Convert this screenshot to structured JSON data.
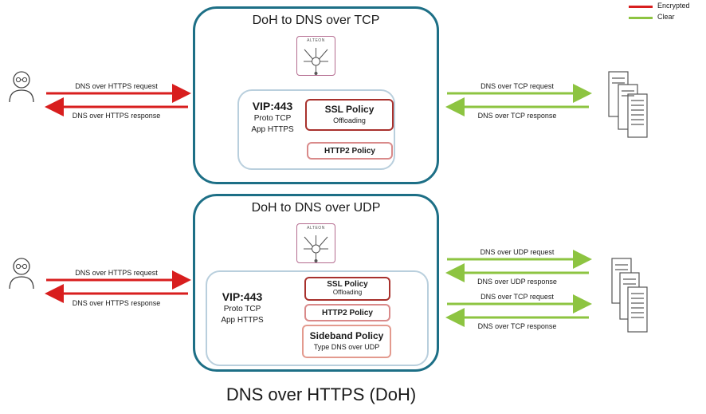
{
  "legend": {
    "encrypted": "Encrypted",
    "clear": "Clear",
    "encrypted_color": "#d81e1e",
    "clear_color": "#8dc441"
  },
  "tcp_box": {
    "title": "DoH to DNS over TCP",
    "logo_text": "ALTEON",
    "vip": {
      "title": "VIP:443",
      "line1": "Proto TCP",
      "line2": "App HTTPS"
    },
    "ssl_policy": {
      "title": "SSL Policy",
      "sub": "Offloading"
    },
    "http2_policy": "HTTP2 Policy"
  },
  "udp_box": {
    "title": "DoH to DNS over UDP",
    "logo_text": "ALTEON",
    "vip": {
      "title": "VIP:443",
      "line1": "Proto TCP",
      "line2": "App HTTPS"
    },
    "ssl_policy": {
      "title": "SSL Policy",
      "sub": "Offloading"
    },
    "http2_policy": "HTTP2 Policy",
    "sideband_policy": {
      "title": "Sideband Policy",
      "sub": "Type DNS over UDP"
    }
  },
  "left_arrows_top": {
    "request": "DNS over HTTPS request",
    "response": "DNS over HTTPS response"
  },
  "left_arrows_bottom": {
    "request": "DNS over HTTPS request",
    "response": "DNS over HTTPS response"
  },
  "right_arrows_top": {
    "request": "DNS over TCP request",
    "response": "DNS over TCP response"
  },
  "right_arrows_bottom": {
    "udp_request": "DNS over UDP request",
    "udp_response": "DNS over UDP response",
    "tcp_request": "DNS over TCP request",
    "tcp_response": "DNS over TCP response"
  },
  "footer_title": "DNS over HTTPS (DoH)"
}
